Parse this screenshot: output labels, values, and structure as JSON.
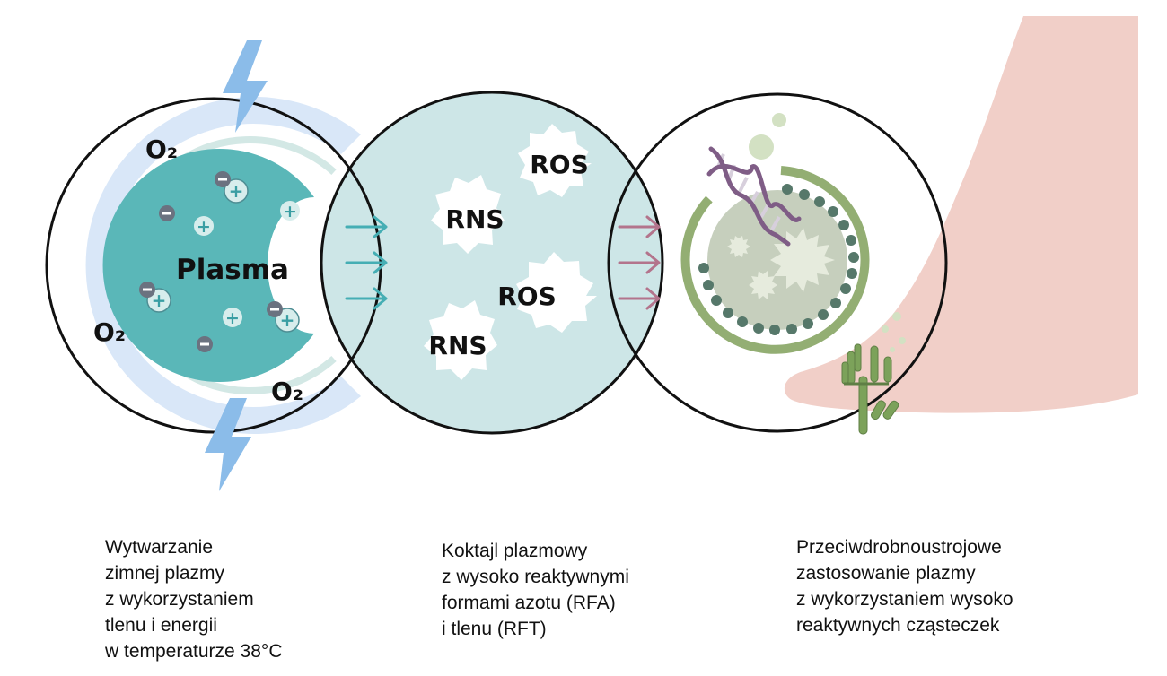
{
  "labels": {
    "plasma": "Plasma",
    "o2": "O₂",
    "ros": "ROS",
    "rns": "RNS"
  },
  "captions": {
    "generation": [
      "Wytwarzanie",
      "zimnej plazmy",
      "z wykorzystaniem",
      "tlenu i energii",
      "w temperaturze 38°C"
    ],
    "cocktail": [
      "Koktajl plazmowy",
      "z wysoko reaktywnymi",
      "formami azotu (RFA)",
      "i tlenu (RFT)"
    ],
    "application": [
      "Przeciwdrobnoustrojowe",
      "zastosowanie plazmy",
      "z wykorzystaniem wysoko",
      "reaktywnych cząsteczek"
    ]
  },
  "icons": [
    "lightning-bolt-icon",
    "ion-minus-icon",
    "ion-plus-icon",
    "arrow-right-icon",
    "dna-helix-icon",
    "bacterium-cell-icon",
    "fungus-icon",
    "foot-icon"
  ],
  "colors": {
    "plasma": "#5ab7b8",
    "outer_ring": "#d9e7f8",
    "cocktail": "#cde6e7",
    "teal_arrow": "#45aeb4",
    "pink_arrow": "#b3748c",
    "cell_green": "#93ae73",
    "dots": "#56786a",
    "dna": "#7f5d86",
    "skin": "#f1cfc8",
    "bolt": "#8bbce9"
  }
}
